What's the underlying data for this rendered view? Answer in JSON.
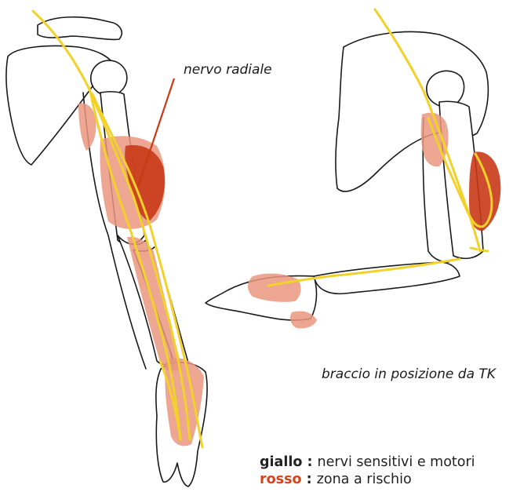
{
  "labels": {
    "radial_nerve": "nervo radiale",
    "tk_position": "braccio in posizione da TK"
  },
  "legend": {
    "yellow_key": "giallo",
    "yellow_sep": " : ",
    "yellow_text": "nervi sensitivi e motori",
    "red_key": "rosso",
    "red_sep": " : ",
    "red_text": "zona a rischio"
  },
  "colors": {
    "nerve": "#f2d22a",
    "risk_zone": "#e9967f",
    "risk_core": "#c93a17",
    "red_text": "#d2451d",
    "ink": "#1a1a1a"
  }
}
